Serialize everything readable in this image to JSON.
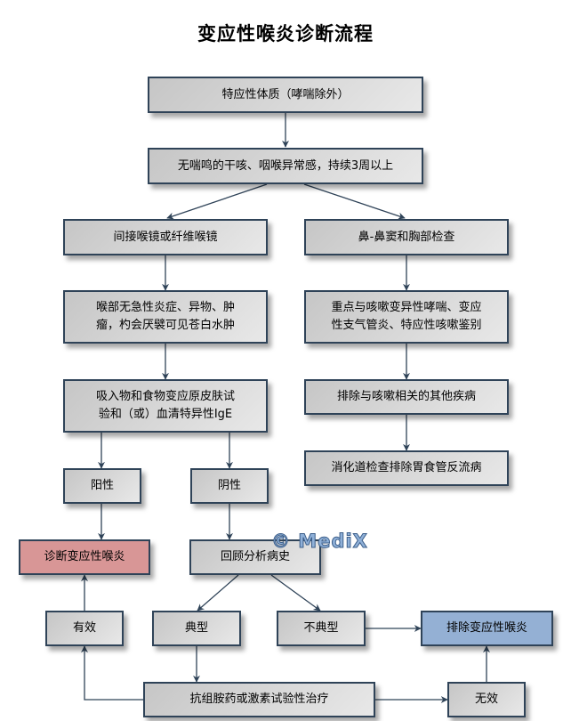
{
  "title": "变应性喉炎诊断流程",
  "watermark": "© MediX",
  "colors": {
    "box_border": "#2f4358",
    "edge": "#2f4358",
    "box_fill": "#d0d0d0",
    "diagnosis_fill": "#d89696",
    "exclusion_fill": "#94b0d4"
  },
  "nodes": {
    "atopy": {
      "lines": [
        "特应性体质（哮喘除外）"
      ]
    },
    "symptoms": {
      "lines": [
        "无喘鸣的干咳、咽喉异常感，持续3周以上"
      ]
    },
    "laryngoscopy": {
      "lines": [
        "间接喉镜或纤维喉镜"
      ]
    },
    "nose_chest": {
      "lines": [
        "鼻-鼻窦和胸部检查"
      ]
    },
    "larynx_findings": {
      "lines": [
        "喉部无急性炎症、异物、肿",
        "瘤，杓会厌襞可见苍白水肿"
      ]
    },
    "differential": {
      "lines": [
        "重点与咳嗽变异性哮喘、变应",
        "性支气管炎、特应性咳嗽鉴别"
      ]
    },
    "allergy_test": {
      "lines": [
        "吸入物和食物变应原皮肤试",
        "验和（或）血清特异性IgE"
      ]
    },
    "exclude_cough": {
      "lines": [
        "排除与咳嗽相关的其他疾病"
      ]
    },
    "exclude_gerd": {
      "lines": [
        "消化道检查排除胃食管反流病"
      ]
    },
    "positive": {
      "lines": [
        "阳性"
      ]
    },
    "negative": {
      "lines": [
        "阴性"
      ]
    },
    "diagnosis": {
      "lines": [
        "诊断变应性喉炎"
      ]
    },
    "review_history": {
      "lines": [
        "回顾分析病史"
      ]
    },
    "effective": {
      "lines": [
        "有效"
      ]
    },
    "typical": {
      "lines": [
        "典型"
      ]
    },
    "atypical": {
      "lines": [
        "不典型"
      ]
    },
    "exclusion": {
      "lines": [
        "排除变应性喉炎"
      ]
    },
    "trial_treatment": {
      "lines": [
        "抗组胺药或激素试验性治疗"
      ]
    },
    "ineffective": {
      "lines": [
        "无效"
      ]
    }
  },
  "edges": [
    [
      "atopy",
      "symptoms"
    ],
    [
      "symptoms",
      "laryngoscopy"
    ],
    [
      "symptoms",
      "nose_chest"
    ],
    [
      "laryngoscopy",
      "larynx_findings"
    ],
    [
      "nose_chest",
      "differential"
    ],
    [
      "larynx_findings",
      "allergy_test"
    ],
    [
      "differential",
      "exclude_cough"
    ],
    [
      "exclude_cough",
      "exclude_gerd"
    ],
    [
      "allergy_test",
      "positive"
    ],
    [
      "allergy_test",
      "negative"
    ],
    [
      "positive",
      "diagnosis"
    ],
    [
      "negative",
      "review_history"
    ],
    [
      "review_history",
      "typical"
    ],
    [
      "review_history",
      "atypical"
    ],
    [
      "atypical",
      "exclusion"
    ],
    [
      "typical",
      "trial_treatment"
    ],
    [
      "trial_treatment",
      "effective"
    ],
    [
      "effective",
      "diagnosis"
    ],
    [
      "trial_treatment",
      "ineffective"
    ],
    [
      "ineffective",
      "exclusion"
    ]
  ]
}
